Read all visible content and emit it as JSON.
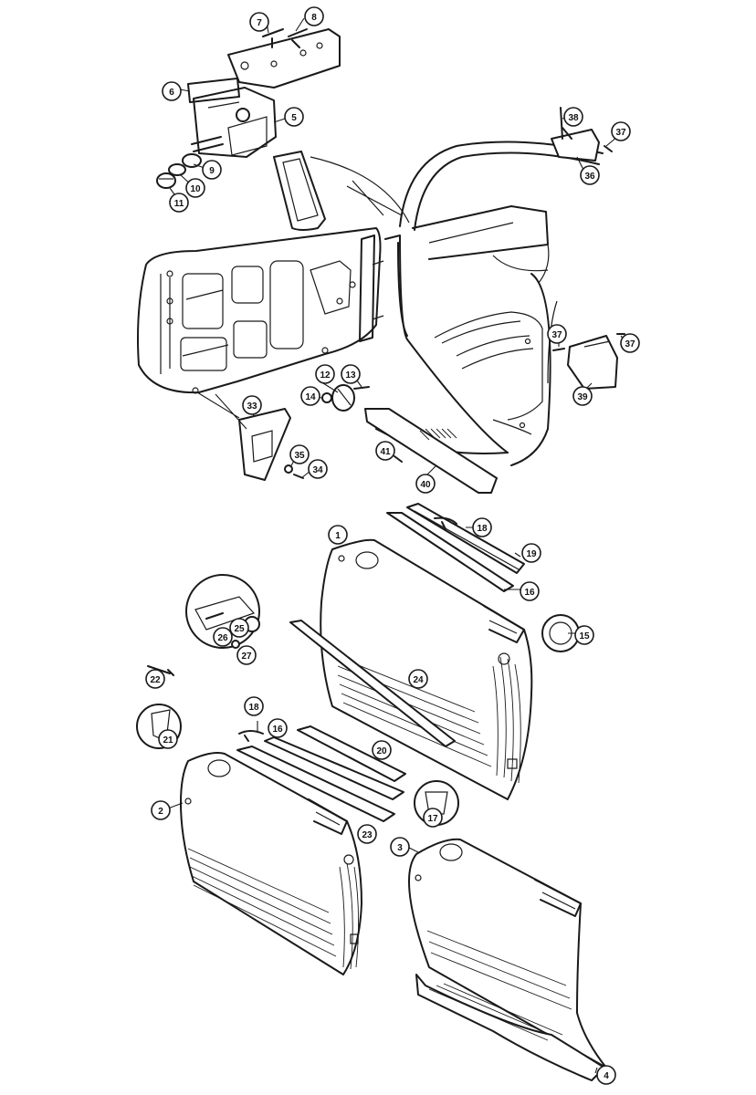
{
  "callouts": [
    {
      "id": "c1",
      "label": "1"
    },
    {
      "id": "c2",
      "label": "2"
    },
    {
      "id": "c3",
      "label": "3"
    },
    {
      "id": "c4",
      "label": "4"
    },
    {
      "id": "c5",
      "label": "5"
    },
    {
      "id": "c6",
      "label": "6"
    },
    {
      "id": "c7",
      "label": "7"
    },
    {
      "id": "c8",
      "label": "8"
    },
    {
      "id": "c9",
      "label": "9"
    },
    {
      "id": "c10",
      "label": "10"
    },
    {
      "id": "c11",
      "label": "11"
    },
    {
      "id": "c12",
      "label": "12"
    },
    {
      "id": "c13",
      "label": "13"
    },
    {
      "id": "c14",
      "label": "14"
    },
    {
      "id": "c15",
      "label": "15"
    },
    {
      "id": "c16a",
      "label": "16"
    },
    {
      "id": "c16b",
      "label": "16"
    },
    {
      "id": "c17",
      "label": "17"
    },
    {
      "id": "c18a",
      "label": "18"
    },
    {
      "id": "c18b",
      "label": "18"
    },
    {
      "id": "c19",
      "label": "19"
    },
    {
      "id": "c20",
      "label": "20"
    },
    {
      "id": "c21",
      "label": "21"
    },
    {
      "id": "c22",
      "label": "22"
    },
    {
      "id": "c23",
      "label": "23"
    },
    {
      "id": "c24",
      "label": "24"
    },
    {
      "id": "c25",
      "label": "25"
    },
    {
      "id": "c26",
      "label": "26"
    },
    {
      "id": "c27",
      "label": "27"
    },
    {
      "id": "c33",
      "label": "33"
    },
    {
      "id": "c34",
      "label": "34"
    },
    {
      "id": "c35",
      "label": "35"
    },
    {
      "id": "c36",
      "label": "36"
    },
    {
      "id": "c37a",
      "label": "37"
    },
    {
      "id": "c37b",
      "label": "37"
    },
    {
      "id": "c37c",
      "label": "37"
    },
    {
      "id": "c38",
      "label": "38"
    },
    {
      "id": "c39",
      "label": "39"
    },
    {
      "id": "c40",
      "label": "40"
    },
    {
      "id": "c41",
      "label": "41"
    }
  ],
  "colors": {
    "ink": "#1a1a1a",
    "paper": "#ffffff"
  }
}
